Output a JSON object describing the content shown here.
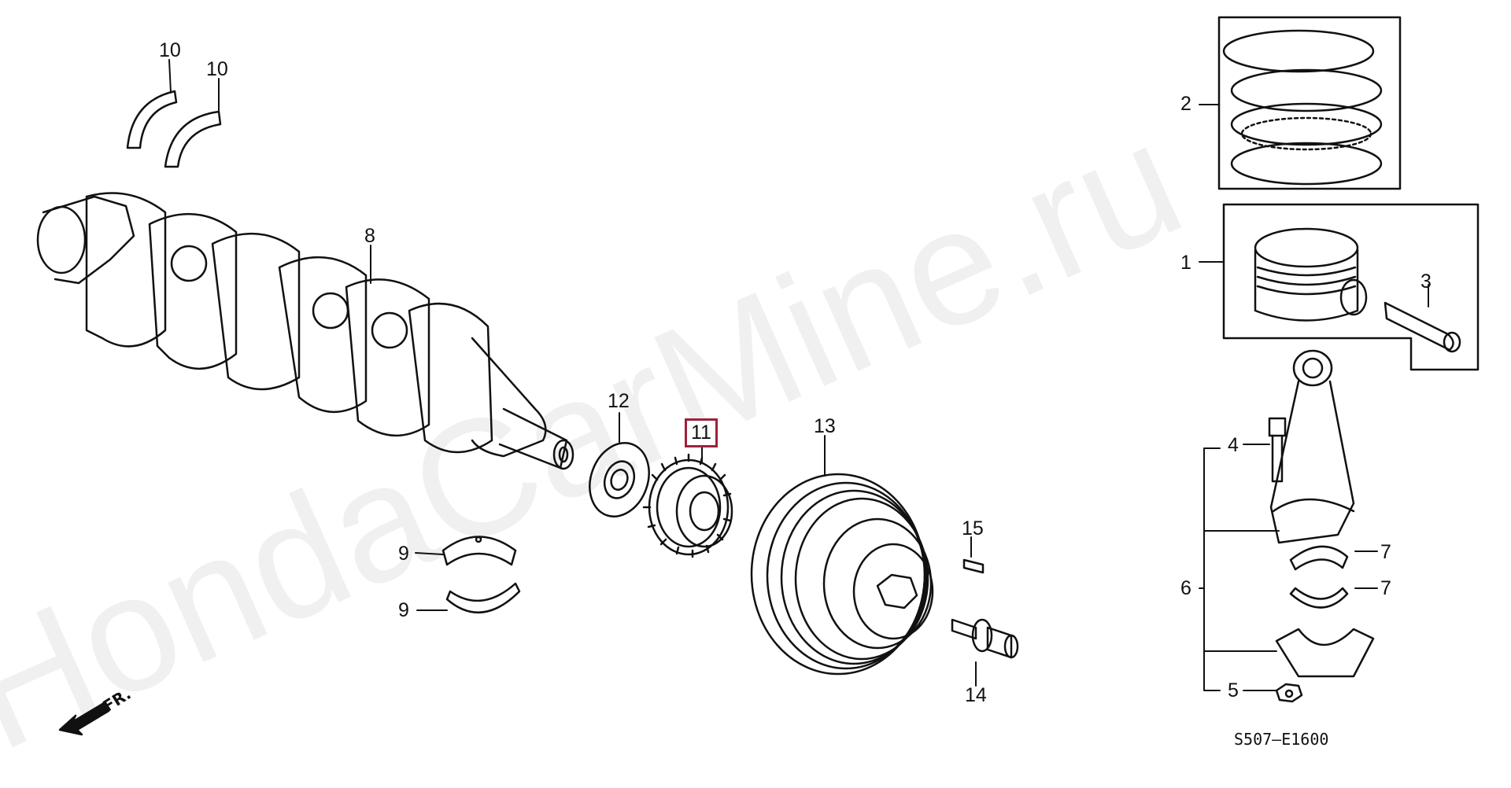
{
  "watermark": "HondaCarMine.ru",
  "diagram_code": "S507—E1600",
  "front_indicator": "FR.",
  "callouts": {
    "c1": "1",
    "c2": "2",
    "c3": "3",
    "c4": "4",
    "c5": "5",
    "c6": "6",
    "c7a": "7",
    "c7b": "7",
    "c8": "8",
    "c9a": "9",
    "c9b": "9",
    "c10a": "10",
    "c10b": "10",
    "c11": "11",
    "c12": "12",
    "c13": "13",
    "c14": "14",
    "c15": "15"
  },
  "highlighted_part": "11",
  "colors": {
    "line": "#111111",
    "highlight": "#a0203a"
  }
}
